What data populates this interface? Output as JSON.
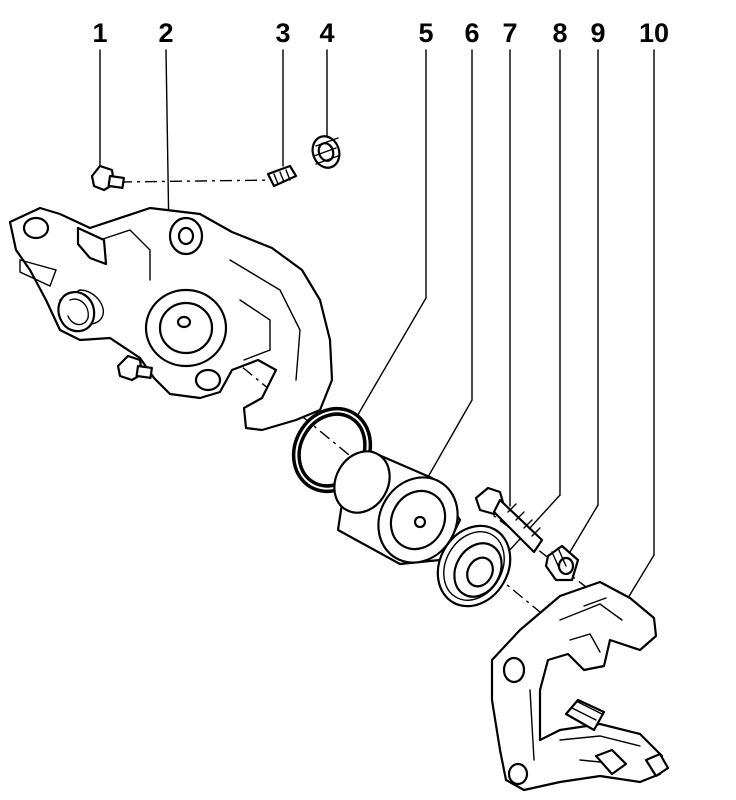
{
  "callouts": [
    {
      "label": "1"
    },
    {
      "label": "2"
    },
    {
      "label": "3"
    },
    {
      "label": "4"
    },
    {
      "label": "5"
    },
    {
      "label": "6"
    },
    {
      "label": "7"
    },
    {
      "label": "8"
    },
    {
      "label": "9"
    },
    {
      "label": "10"
    }
  ],
  "colors": {
    "ink": "#000000",
    "paper": "#ffffff"
  }
}
